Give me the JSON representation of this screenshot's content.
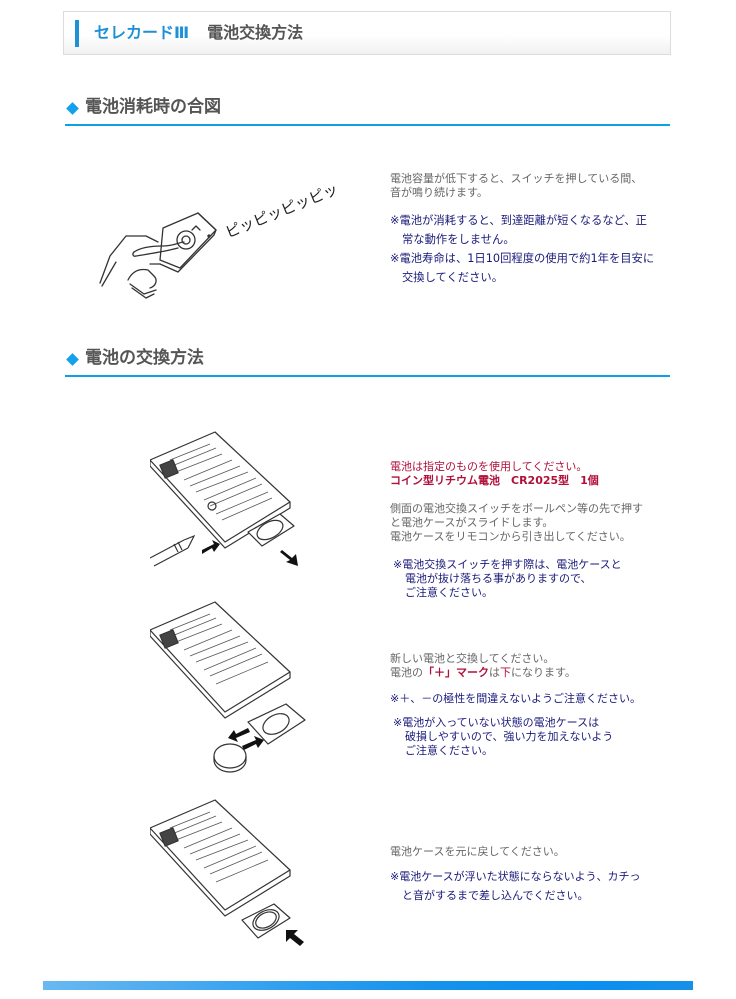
{
  "page_title": {
    "brand": "セレカードⅢ",
    "main": "電池交換方法"
  },
  "colors": {
    "accent_blue": "#1e90d6",
    "heading_line": "#0ea0e6",
    "heading_text": "#555555",
    "body_gray": "#666666",
    "note_navy": "#1a1a7a",
    "emphasis_crimson": "#b0103a"
  },
  "sections": [
    {
      "heading": "電池消耗時の合図",
      "illustration": {
        "icon": "hand-pressing-remote-icon",
        "sound_text": "ピッピッピッピッ"
      },
      "text": {
        "body": [
          "電池容量が低下すると、スイッチを押している間、",
          "音が鳴り続けます。"
        ],
        "notes": [
          [
            "※電池が消耗すると、到達距離が短くなるなど、正",
            "常な動作をしません。"
          ],
          [
            "※電池寿命は、1日10回程度の使用で約1年を目安に",
            "交換してください。"
          ]
        ]
      }
    },
    {
      "heading": "電池の交換方法",
      "steps": [
        {
          "illustration": {
            "icon": "remote-battery-case-slide-out-icon"
          },
          "emphasis": [
            "電池は指定のものを使用してください。",
            "コイン型リチウム電池　CR2025型　1個"
          ],
          "body": [
            "側面の電池交換スイッチをボールペン等の先で押す",
            "と電池ケースがスライドします。",
            "電池ケースをリモコンから引き出してください。"
          ],
          "notes": [
            [
              "※電池交換スイッチを押す際は、電池ケースと",
              "電池が抜け落ちる事がありますので、",
              "ご注意ください。"
            ]
          ]
        },
        {
          "illustration": {
            "icon": "remote-battery-swap-icon"
          },
          "body": [
            "新しい電池と交換してください。"
          ],
          "body_line2": {
            "prefix": "電池の",
            "highlight1": "「＋」マーク",
            "mid": "は",
            "highlight2": "下",
            "suffix": "になります。"
          },
          "notes": [
            [
              "※＋、－の極性を間違えないようご注意ください。"
            ],
            [
              "※電池が入っていない状態の電池ケースは",
              "破損しやすいので、強い力を加えないよう",
              "ご注意ください。"
            ]
          ]
        },
        {
          "illustration": {
            "icon": "remote-battery-case-insert-icon"
          },
          "body": [
            "電池ケースを元に戻してください。"
          ],
          "notes": [
            [
              "※電池ケースが浮いた状態にならないよう、カチっ",
              "と音がするまで差し込んでください。"
            ]
          ]
        }
      ]
    }
  ]
}
